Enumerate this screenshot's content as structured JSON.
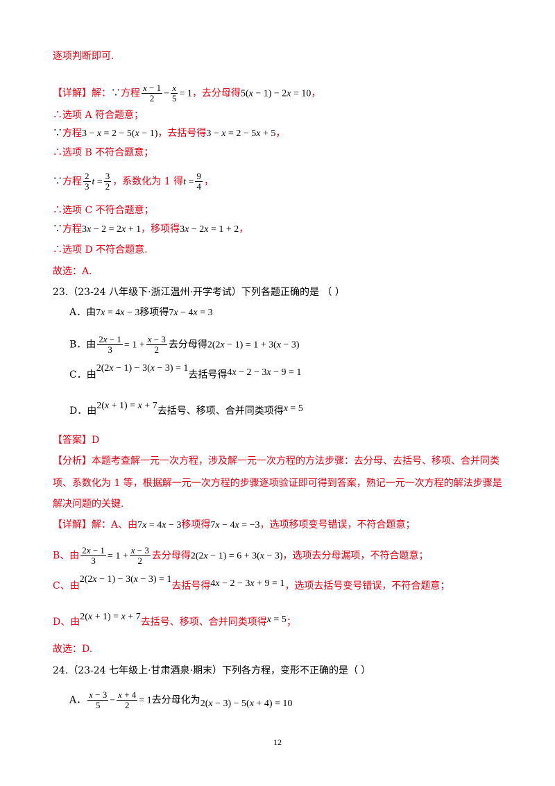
{
  "s0": "逐项判断即可.",
  "d1": {
    "tag": "【详解】",
    "pre": "解：",
    "because": "∵",
    "a": "方程",
    "b": "，去分母得",
    "c": "，"
  },
  "d2": "∴选项 A 符合题意；",
  "d3": {
    "because": "∵",
    "a": "方程",
    "b": "，去括号得",
    "c": "，"
  },
  "d4": "∴选项 B 不符合题意；",
  "d5": {
    "because": "∵",
    "a": "方程",
    "b": "，系数化为 1 得",
    "c": "，"
  },
  "d6": "∴选项 C 不符合题意；",
  "d7": {
    "because": "∵",
    "a": "方程",
    "b": "，移项得",
    "c": "，"
  },
  "d8": "∴选项 D 不符合题意.",
  "d9": "故选：A.",
  "q23": {
    "head": "23.（23-24 八年级下·浙江温州·开学考试）下列各题正确的是 （    ）",
    "A": {
      "a": "A．由",
      "b": "移项得"
    },
    "B": {
      "a": "B．由",
      "b": "去分母得"
    },
    "C": {
      "a": "C．由",
      "b": "去括号得"
    },
    "D": {
      "a": "D．由",
      "b": "去括号、移项、合并同类项得"
    }
  },
  "ans": {
    "tag": "【答案】",
    "val": "D"
  },
  "ana": {
    "tag": "【分析】",
    "l1": "本题考查解一元一次方程，涉及解一元一次方程的方法步骤：去分母、去括号、移项、合并同类",
    "l2": "项、系数化为 1 等，根据解一元一次方程的步骤逐项验证即可得到答案，熟记一元一次方程的解法步骤是",
    "l3": "解决问题的关键."
  },
  "e1": {
    "tag": "【详解】",
    "a": "解：A、由",
    "b": "移项得",
    "c": "，选项移项变号错误，不符合题意；"
  },
  "e2": {
    "a": "B、由",
    "b": "去分母得",
    "c": "，选项去分母漏项，不符合题意；"
  },
  "e3": {
    "a": "C、由",
    "b": "去括号得",
    "c": "，选项去括号变号错误，不符合题意；"
  },
  "e4": {
    "a": "D、由",
    "b": "去括号、移项、合并同类项得",
    "c": "；"
  },
  "e5": "故选：D.",
  "q24": {
    "head": "24.（23-24 七年级上·甘肃酒泉·期末）下列各方程，变形不正确的是（    ）",
    "A": {
      "a": "A．",
      "b": "去分母化为"
    }
  },
  "page": "12"
}
